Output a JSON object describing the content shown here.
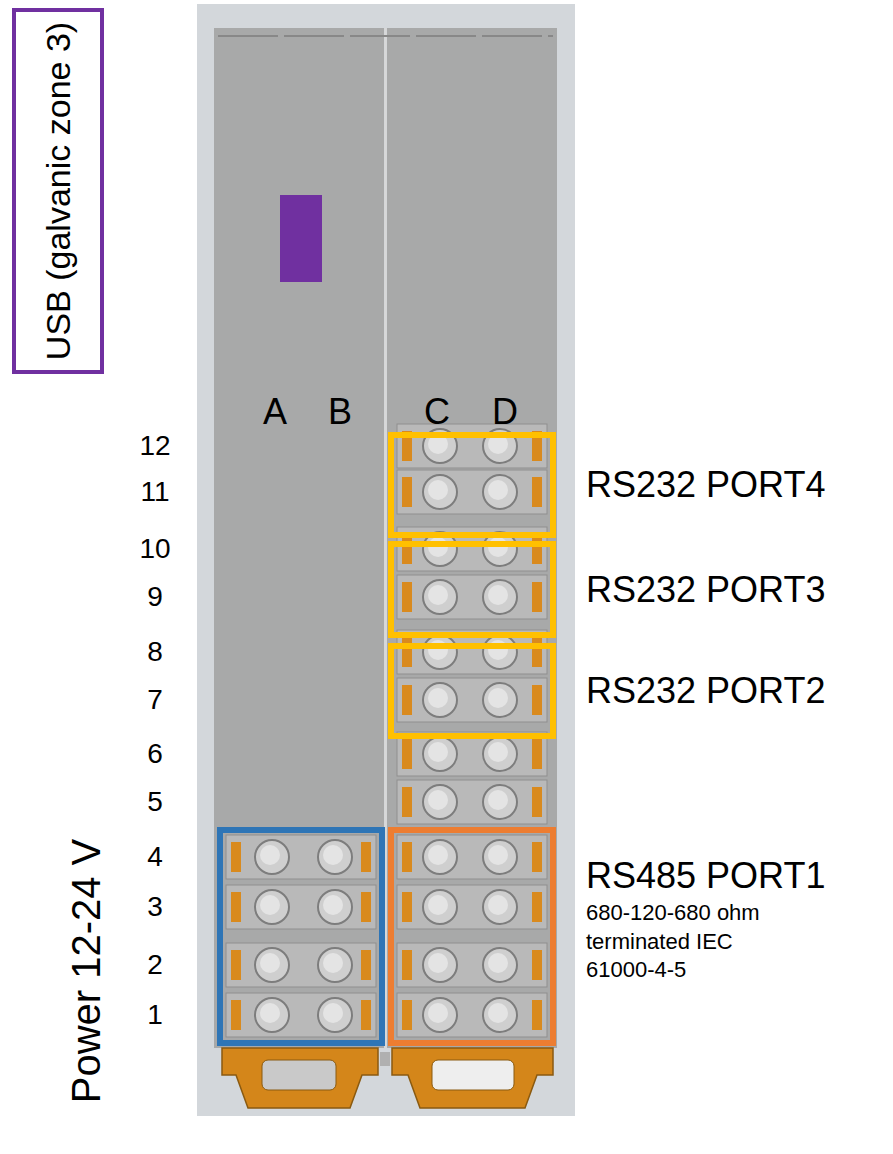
{
  "diagram": {
    "nodes": [
      {
        "text": [
          "USB (galvanic zone 3)"
        ]
      },
      {
        "text": [
          "RS232 PORT4"
        ]
      },
      {
        "text": [
          "RS232 PORT3"
        ]
      },
      {
        "text": [
          "RS232 PORT2"
        ]
      },
      {
        "text": [
          "RS485 PORT1",
          "680-120-680 ohm terminated IEC 61000-4-5"
        ]
      },
      {
        "text": [
          "Power 12-24 V"
        ]
      }
    ],
    "labels": [
      "A",
      "B",
      "C",
      "D",
      "12",
      "11",
      "10",
      "9",
      "8",
      "7",
      "6",
      "5",
      "4",
      "3",
      "2",
      "1"
    ]
  }
}
